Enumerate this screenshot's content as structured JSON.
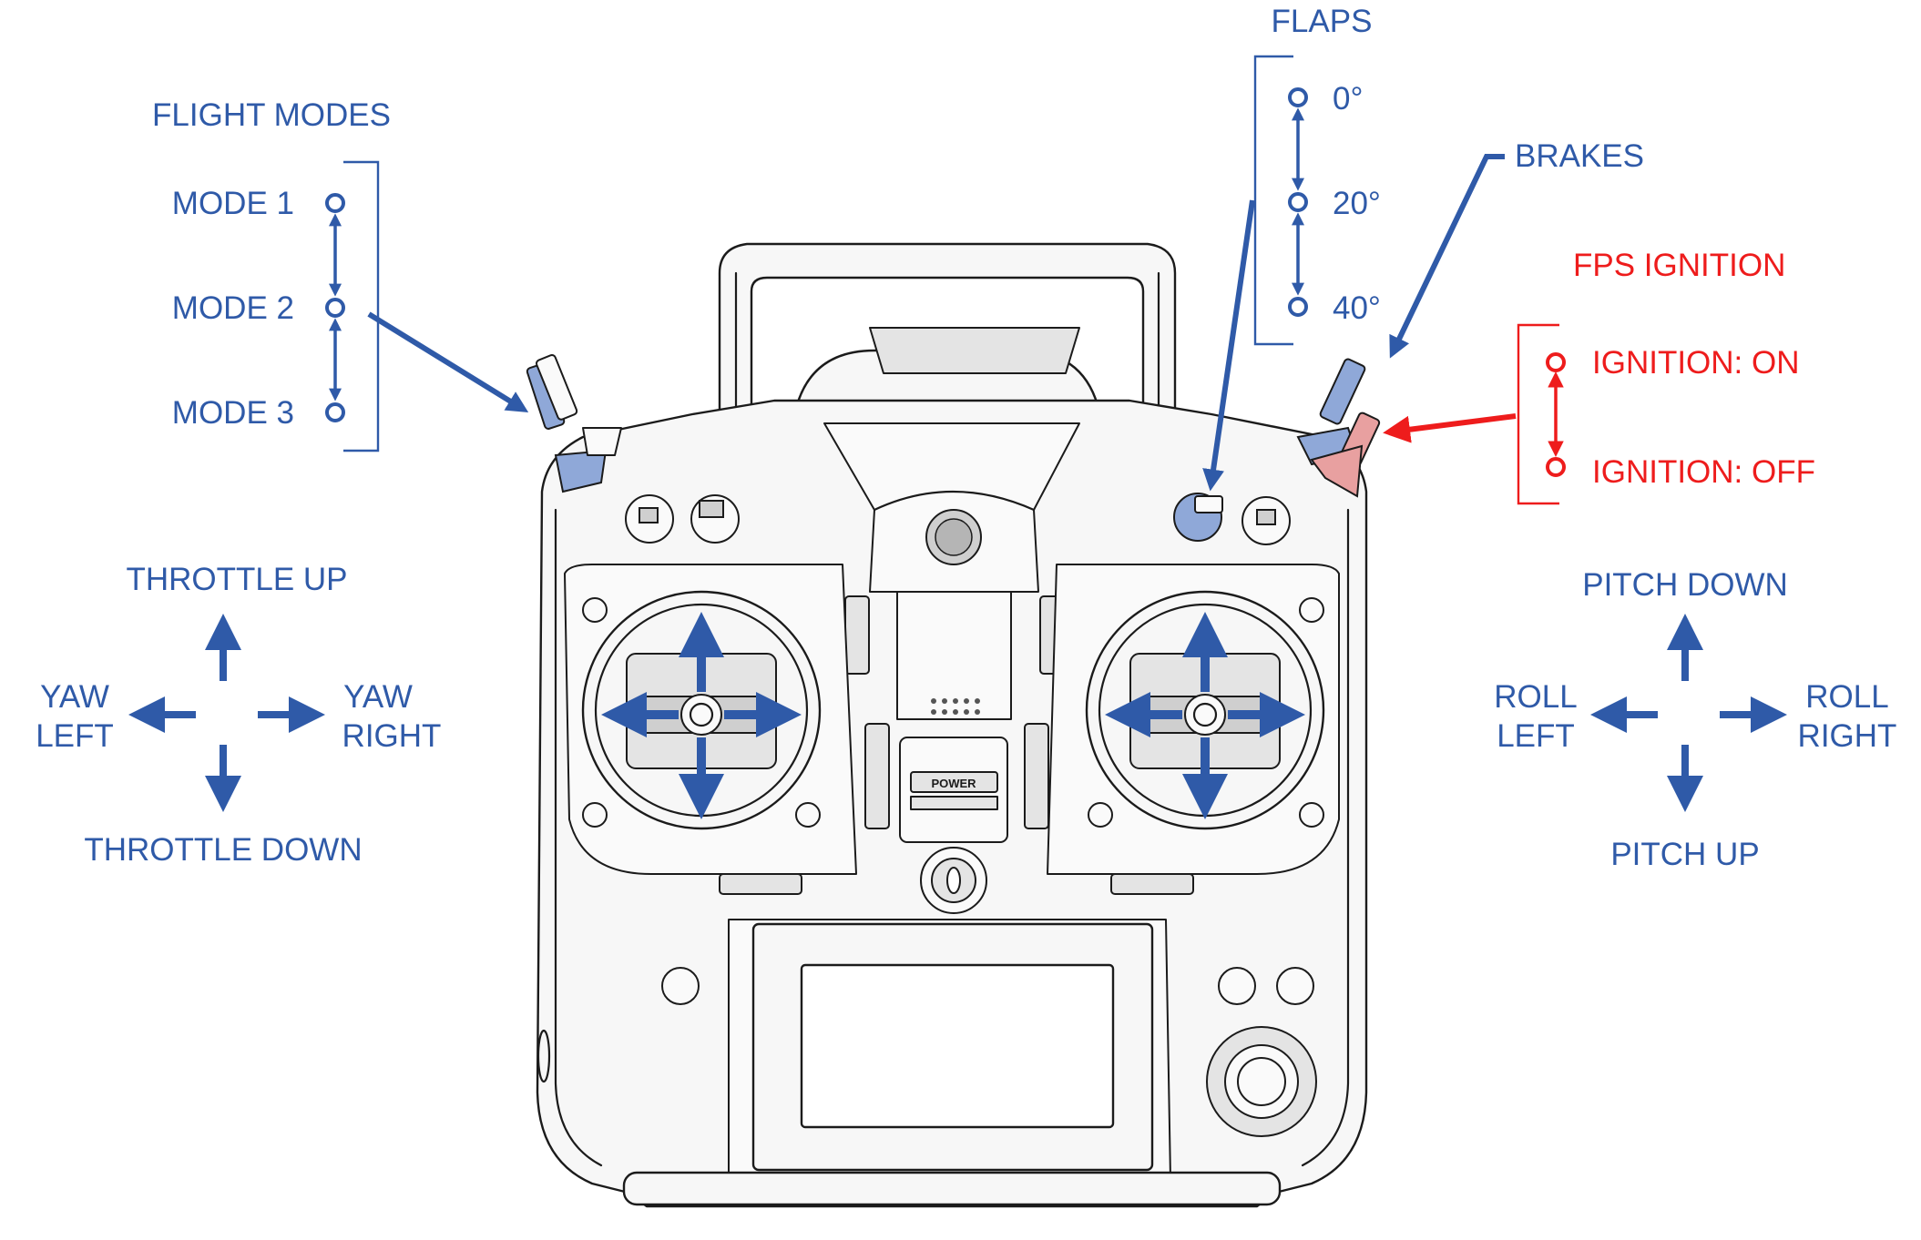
{
  "colors": {
    "label_blue": "#2f5aa8",
    "label_red": "#ee1c1c",
    "switch_blue": "#8fa8d8",
    "switch_red": "#e8a0a0"
  },
  "flight_modes": {
    "title": "FLIGHT MODES",
    "modes": [
      "MODE 1",
      "MODE 2",
      "MODE 3"
    ]
  },
  "flaps": {
    "title": "FLAPS",
    "positions": [
      "0°",
      "20°",
      "40°"
    ]
  },
  "brakes": {
    "label": "BRAKES"
  },
  "ignition": {
    "title": "FPS IGNITION",
    "on": "IGNITION: ON",
    "off": "IGNITION: OFF"
  },
  "left_stick": {
    "up": "THROTTLE UP",
    "down": "THROTTLE DOWN",
    "left": [
      "YAW",
      "LEFT"
    ],
    "right": [
      "YAW",
      "RIGHT"
    ]
  },
  "right_stick": {
    "up": "PITCH DOWN",
    "down": "PITCH UP",
    "left": [
      "ROLL",
      "LEFT"
    ],
    "right": [
      "ROLL",
      "RIGHT"
    ]
  },
  "transmitter": {
    "power_label": "POWER"
  }
}
